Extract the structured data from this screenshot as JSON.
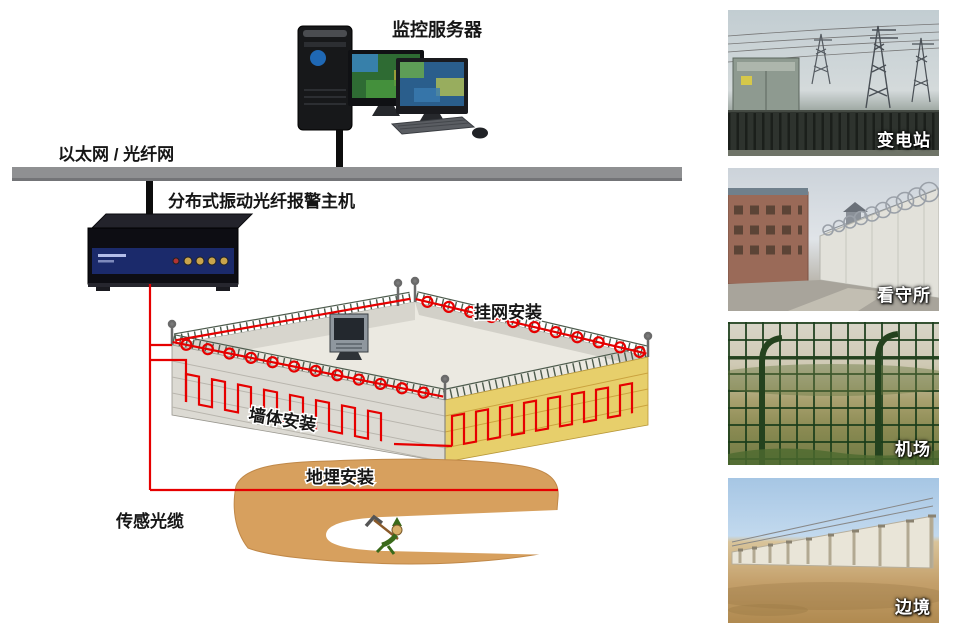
{
  "diagram": {
    "server_label": "监控服务器",
    "network_label": "以太网 / 光纤网",
    "host_label": "分布式振动光纤报警主机",
    "mesh_install_label": "挂网安装",
    "wall_install_label": "墙体安装",
    "buried_install_label": "地埋安装",
    "cable_label": "传感光缆"
  },
  "applications": [
    {
      "id": "substation",
      "label": "变电站"
    },
    {
      "id": "detention-center",
      "label": "看守所"
    },
    {
      "id": "airport",
      "label": "机场"
    },
    {
      "id": "border",
      "label": "边境"
    }
  ],
  "colors": {
    "cable_red": "#e60000",
    "network_bar": "#8f9092",
    "soil": "#d7a05e"
  }
}
